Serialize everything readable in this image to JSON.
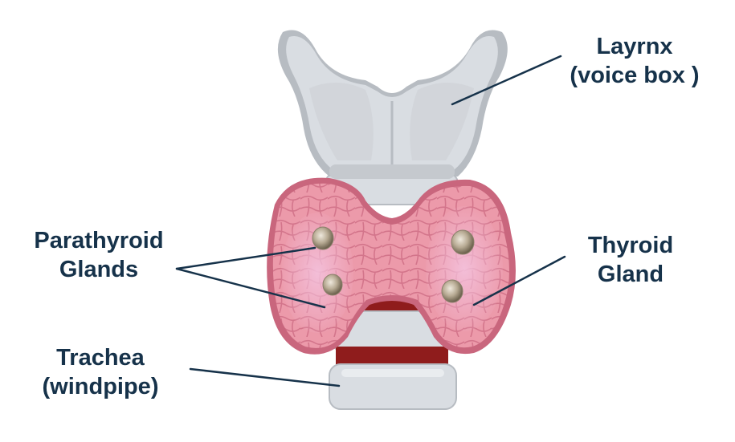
{
  "labels": {
    "larynx": {
      "line1": "Layrnx",
      "line2": "(voice box )"
    },
    "parathyroid": {
      "line1": "Parathyroid",
      "line2": "Glands"
    },
    "thyroid": {
      "line1": "Thyroid",
      "line2": "Gland"
    },
    "trachea": {
      "line1": "Trachea",
      "line2": "(windpipe)"
    }
  },
  "colors": {
    "label_text": "#16324a",
    "leader_line": "#16324a",
    "cartilage": "#d9dde2",
    "cartilage_shadow": "#b7bcc2",
    "thyroid_pink": "#ec9aaa",
    "thyroid_dark": "#c9667d",
    "trachea_band": "#8f1c1c",
    "gland_nodule": "#b8ab94"
  }
}
